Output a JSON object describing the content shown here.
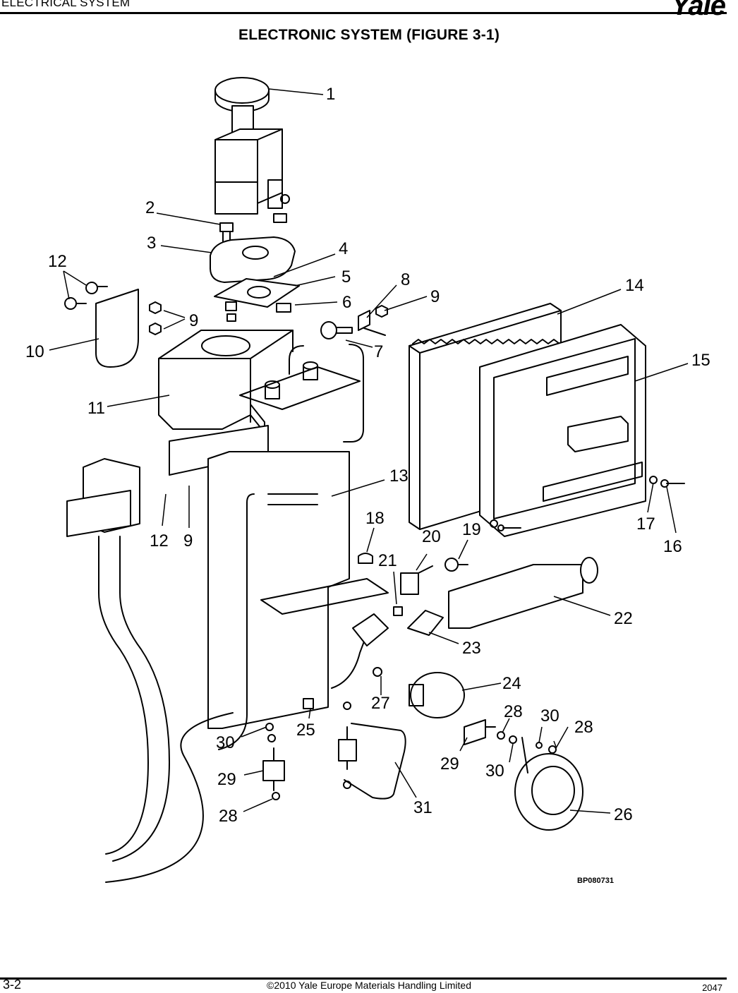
{
  "header": {
    "section": "ELECTRICAL SYSTEM",
    "brand": "Yale"
  },
  "title": "ELECTRONIC SYSTEM (FIGURE 3-1)",
  "callouts": [
    "1",
    "2",
    "3",
    "4",
    "5",
    "6",
    "7",
    "8",
    "9",
    "9",
    "9",
    "10",
    "11",
    "12",
    "12",
    "13",
    "14",
    "15",
    "16",
    "17",
    "18",
    "19",
    "20",
    "21",
    "22",
    "23",
    "24",
    "25",
    "26",
    "27",
    "28",
    "28",
    "28",
    "29",
    "29",
    "30",
    "30",
    "30",
    "31"
  ],
  "figure_code": "BP080731",
  "footer": {
    "page": "3-2",
    "copyright": "©2010 Yale Europe Materials Handling Limited",
    "doc": "2047"
  },
  "colors": {
    "ink": "#000000",
    "paper": "#ffffff"
  }
}
